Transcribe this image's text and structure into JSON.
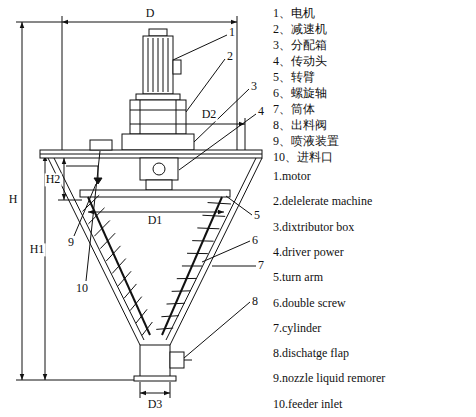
{
  "diagram": {
    "labels": [
      "D",
      "1",
      "2",
      "3",
      "4",
      "D2",
      "H2",
      "H",
      "H1",
      "5",
      "D1",
      "9",
      "6",
      "10",
      "7",
      "8",
      "D3",
      "1、电机",
      "2、减速机",
      "3、分配箱",
      "4、传动头",
      "5、转臂",
      "6、螺旋轴",
      "7、筒体",
      "8、出料阀",
      "9、喷液装置",
      "10、进料口",
      "1.motor",
      "2.delelerate machine",
      "3.dixtributor box",
      "4.driver power",
      "5.turn arm",
      "6.double screw",
      "7.cylinder",
      "8.dischatge flap",
      "9.nozzle liquid remorer",
      "10.feeder inlet"
    ]
  }
}
